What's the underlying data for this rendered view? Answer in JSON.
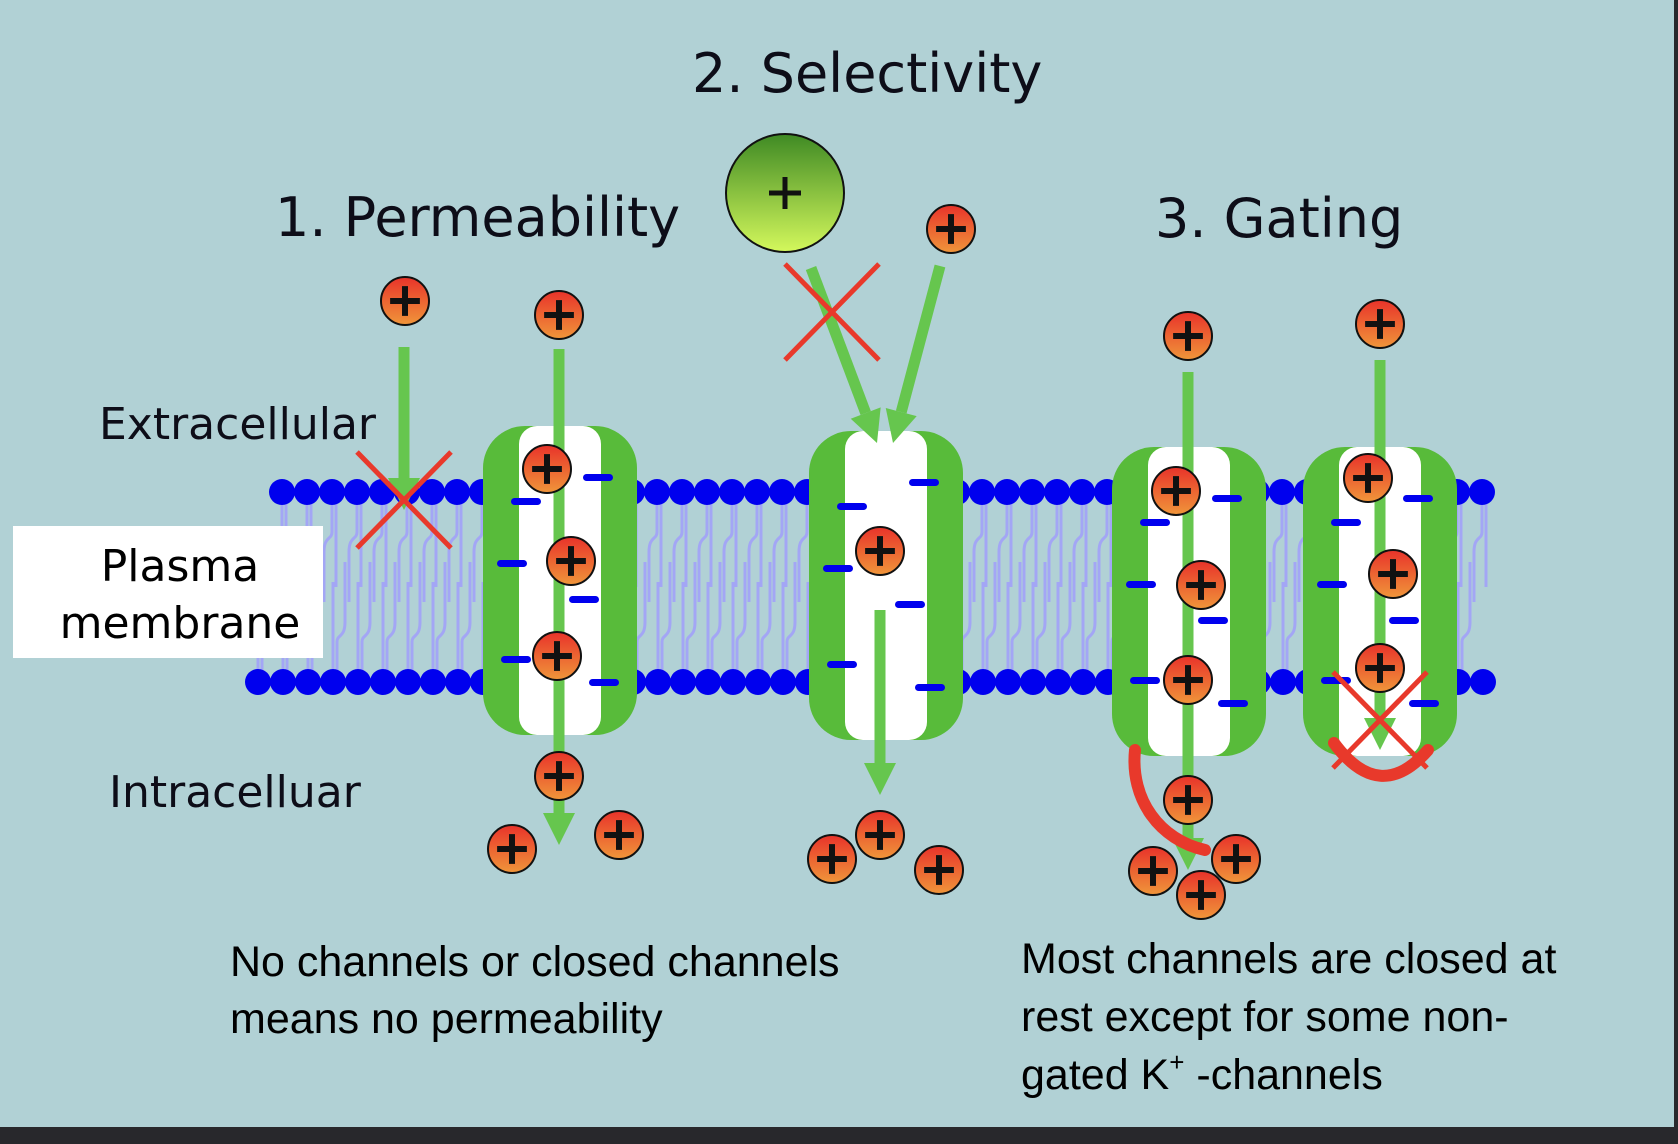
{
  "titles": {
    "permeability": "1. Permeability",
    "selectivity": "2. Selectivity",
    "gating": "3. Gating"
  },
  "labels": {
    "extracellular": "Extracellular",
    "intracellular": "Intracelluar",
    "plasma_membrane_line1": "Plasma",
    "plasma_membrane_line2": "membrane"
  },
  "captions": {
    "permeability": [
      "No channels or closed channels",
      "means no permeability"
    ],
    "gating_line1": "Most channels are closed at",
    "gating_line2": "rest except for some non-",
    "gating_line3_pre": "gated K",
    "gating_line3_sup": "+",
    "gating_line3_post": " -channels"
  },
  "ion_symbol": "+",
  "colors": {
    "background": "#b1d1d5",
    "channel_green": "#58bb3a",
    "arrow_green": "#66c64e",
    "lipid_head": "#0000ee",
    "lipid_tail": "#a3a6f5",
    "negative_charge": "#0000ee",
    "block_red": "#e8392b",
    "ion_top": "#e8332a",
    "ion_bottom": "#f0963a",
    "large_ion_top": "#3f8a24",
    "large_ion_bottom": "#d4f85c"
  },
  "channels": [
    {
      "name": "permeability-open-channel",
      "state": "open"
    },
    {
      "name": "selectivity-channel",
      "state": "selective"
    },
    {
      "name": "gating-open-channel",
      "state": "open-gate"
    },
    {
      "name": "gating-closed-channel",
      "state": "closed-gate"
    }
  ]
}
